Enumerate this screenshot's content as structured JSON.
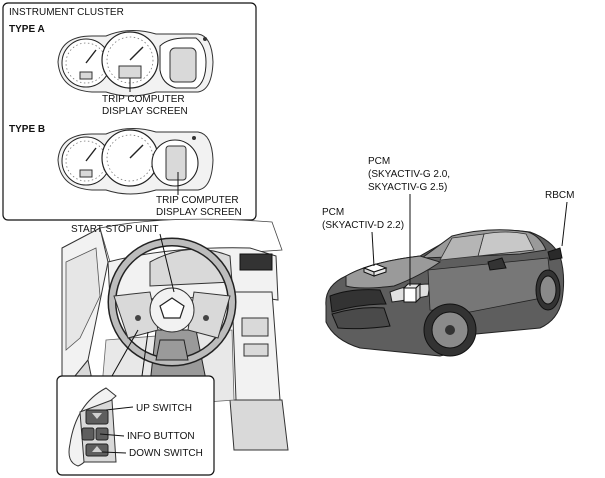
{
  "labels": {
    "instrument_cluster": "INSTRUMENT CLUSTER",
    "type_a": "TYPE A",
    "type_b": "TYPE B",
    "trip_a_1": "TRIP COMPUTER",
    "trip_a_2": "DISPLAY SCREEN",
    "trip_b_1": "TRIP COMPUTER",
    "trip_b_2": "DISPLAY SCREEN",
    "start_stop_unit": "START STOP UNIT",
    "up_switch": "UP SWITCH",
    "info_button": "INFO BUTTON",
    "down_switch": "DOWN SWITCH",
    "pcm_g_1": "PCM",
    "pcm_g_2": "(SKYACTIV-G 2.0,",
    "pcm_g_3": "SKYACTIV-G 2.5)",
    "pcm_d_1": "PCM",
    "pcm_d_2": "(SKYACTIV-D 2.2)",
    "rbcm": "RBCM"
  }
}
